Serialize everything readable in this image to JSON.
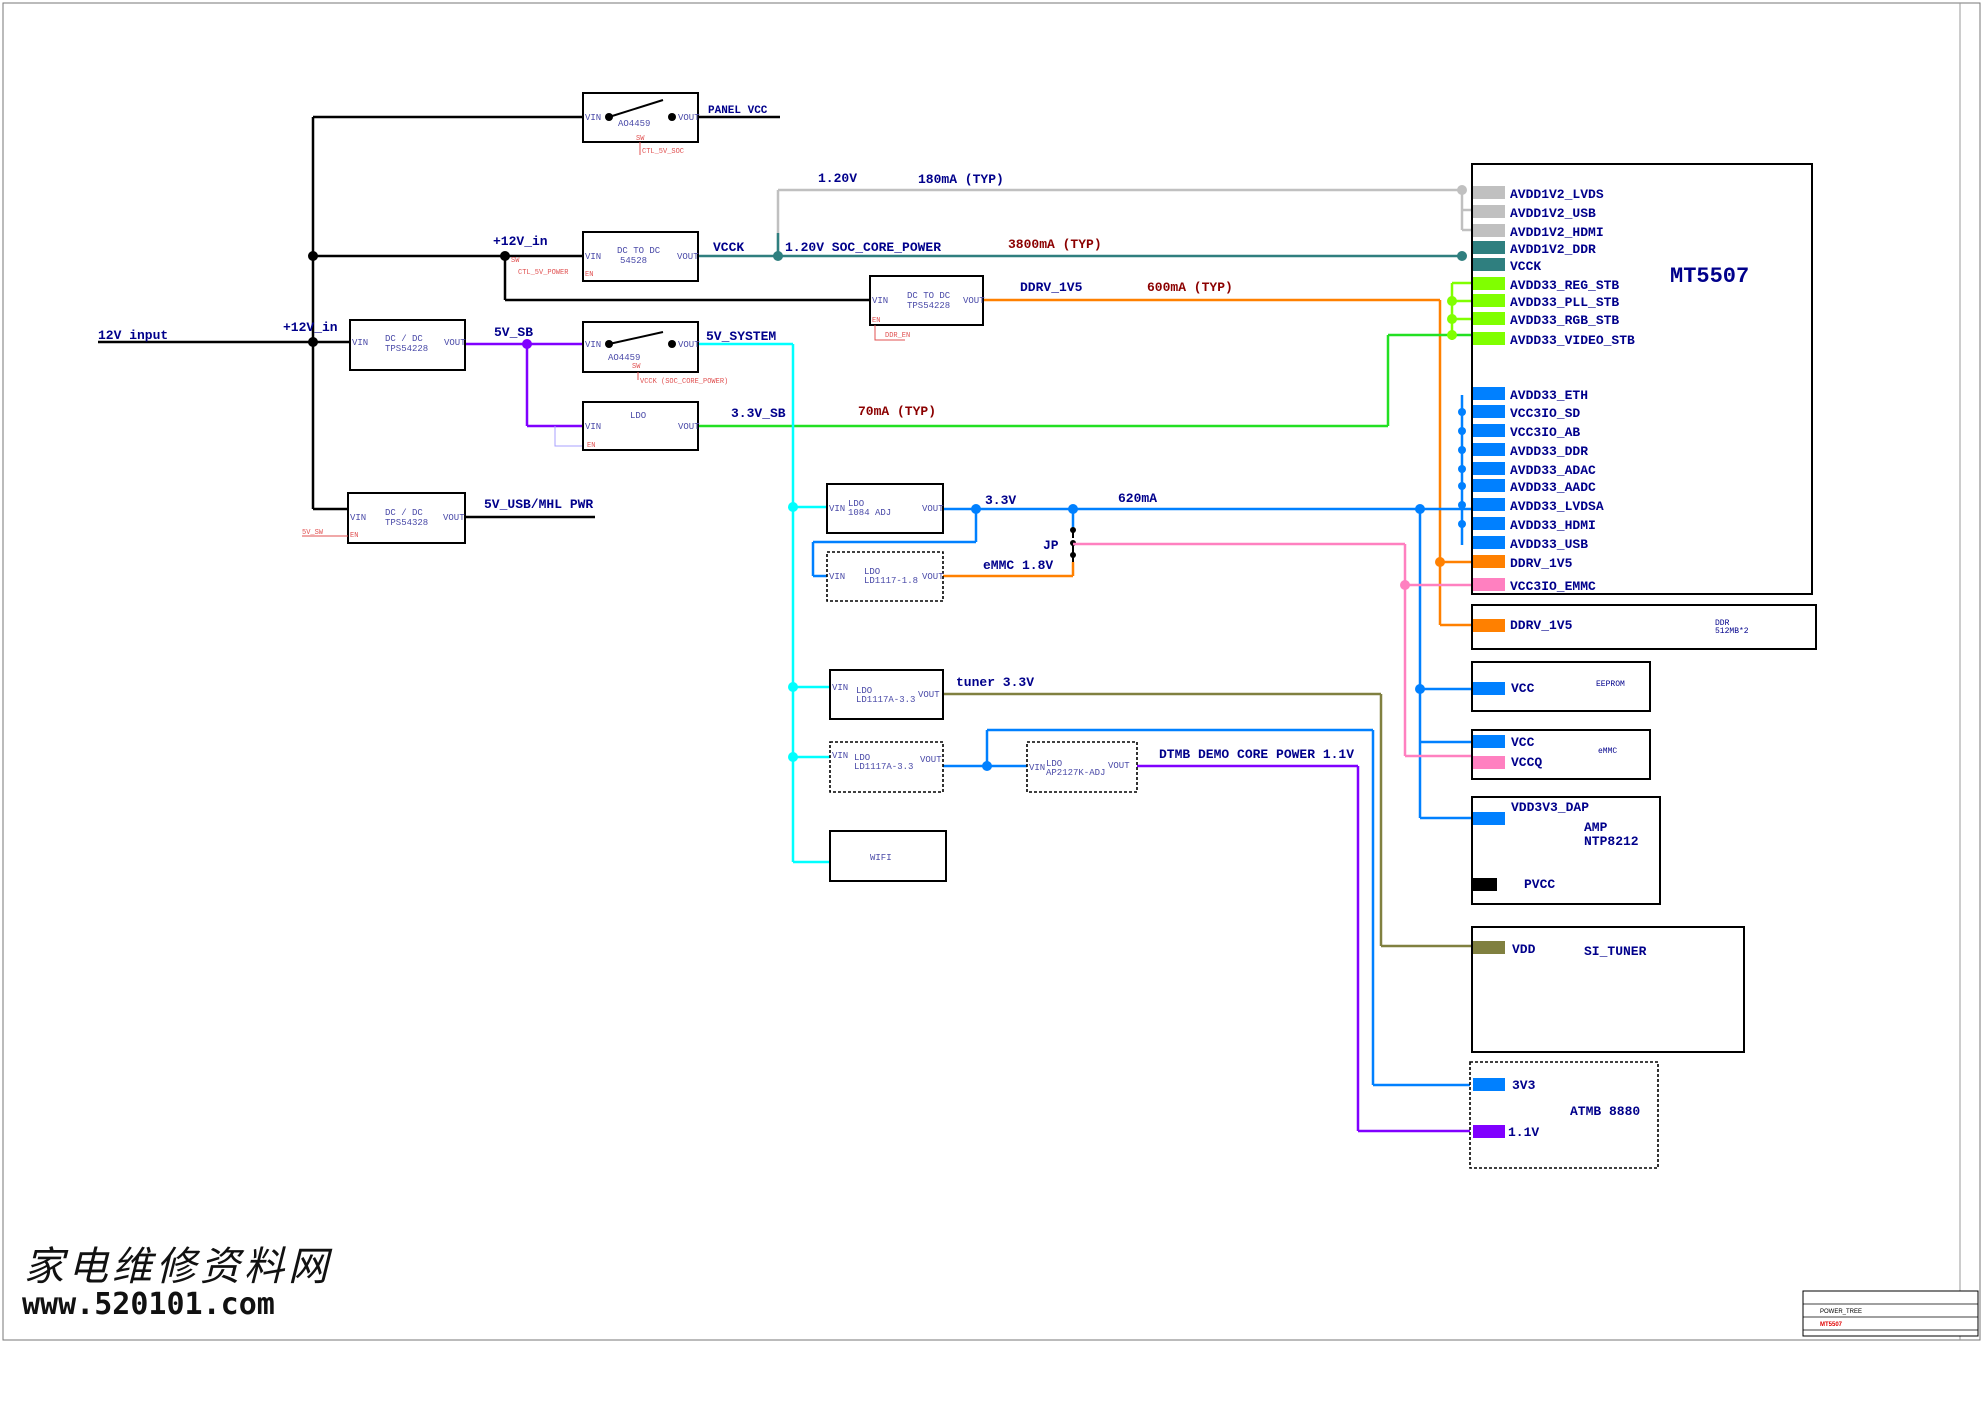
{
  "input": {
    "label": "12V input",
    "bus": "+12V_in",
    "bus2": "+12V_in"
  },
  "switches": [
    {
      "part": "AO4459",
      "vin": "VIN",
      "vout": "VOUT",
      "en": "SW",
      "ctl": "CTL_5V_SOC",
      "out_label": "PANEL VCC"
    },
    {
      "part": "AO4459",
      "vin": "VIN",
      "vout": "VOUT",
      "en": "SW",
      "ctl": "VCCK (SOC_CORE_POWER)",
      "out_label": "5V_SYSTEM"
    }
  ],
  "converters": {
    "dcdc_sb": {
      "title": "DC / DC",
      "part": "TPS54228",
      "vin": "VIN",
      "vout": "VOUT",
      "out_label": "5V_SB"
    },
    "dcdc_usb": {
      "title": "DC / DC",
      "part": "TPS54328",
      "vin": "VIN",
      "vout": "VOUT",
      "en": "EN",
      "en_label": "5V_SW",
      "out_label": "5V_USB/MHL PWR"
    },
    "dcdc_core": {
      "title": "DC TO DC",
      "part": "54528",
      "vin": "VIN",
      "vout": "VOUT",
      "en": "EN",
      "sw": "SW",
      "ctl": "CTL_5V_POWER",
      "out_label": "VCCK"
    },
    "dcdc_ddr": {
      "title": "DC TO DC",
      "part": "TPS54228",
      "vin": "VIN",
      "vout": "VOUT",
      "en": "EN",
      "ctl": "DDR_EN",
      "out_label": "DDRV_1V5",
      "current": "600mA (TYP)"
    },
    "ldo_sb": {
      "title": "LDO",
      "vin": "VIN",
      "vout": "VOUT",
      "en": "EN",
      "out_label": "3.3V_SB",
      "current": "70mA  (TYP)"
    },
    "ldo_1084": {
      "title": "LDO",
      "part": "1084 ADJ",
      "vin": "VIN",
      "vout": "VOUT",
      "out_label": "3.3V",
      "current": "620mA"
    },
    "ldo_emmc": {
      "title": "LDO",
      "part": "LD1117-1.8",
      "vin": "VIN",
      "vout": "VOUT",
      "out_label": "eMMC 1.8V"
    },
    "ldo_tuner": {
      "title": "LDO",
      "part": "LD1117A-3.3",
      "vin": "VIN",
      "vout": "VOUT",
      "out_label": "tuner 3.3V"
    },
    "ldo_demo": {
      "title": "LDO",
      "part": "LD1117A-3.3",
      "vin": "VIN",
      "vout": "VOUT"
    },
    "ldo_ap": {
      "title": "LDO",
      "part": "AP2127K-ADJ",
      "vin": "VIN",
      "vout": "VOUT",
      "out_label": "DTMB DEMO CORE POWER 1.1V"
    },
    "wifi": {
      "title": "WIFI"
    }
  },
  "rails": {
    "v120": "1.20V",
    "v120_current": "180mA (TYP)",
    "core": "1.20V SOC_CORE_POWER",
    "core_current": "3800mA  (TYP)",
    "jp": "JP"
  },
  "soc": {
    "name": "MT5507",
    "pins": [
      "AVDD1V2_LVDS",
      "AVDD1V2_USB",
      "AVDD1V2_HDMI",
      "AVDD1V2_DDR",
      "VCCK",
      "AVDD33_REG_STB",
      "AVDD33_PLL_STB",
      "AVDD33_RGB_STB",
      "AVDD33_VIDEO_STB",
      "AVDD33_ETH",
      "VCC3IO_SD",
      "VCC3IO_AB",
      "AVDD33_DDR",
      "AVDD33_ADAC",
      "AVDD33_AADC",
      "AVDD33_LVDSA",
      "AVDD33_HDMI",
      "AVDD33_USB",
      "DDRV_1V5",
      "VCC3IO_EMMC"
    ]
  },
  "loads": {
    "ddr": {
      "pin": "DDRV_1V5",
      "name": "DDR",
      "sub": "512MB*2"
    },
    "eeprom": {
      "pin": "VCC",
      "name": "EEPROM"
    },
    "emmc": {
      "pin1": "VCC",
      "pin2": "VCCQ",
      "name": "eMMC"
    },
    "amp": {
      "pin1": "VDD3V3_DAP",
      "pin2": "PVCC",
      "name": "AMP",
      "part": "NTP8212"
    },
    "tuner": {
      "pin": "VDD",
      "name": "SI_TUNER"
    },
    "atmb": {
      "pin1": "3V3",
      "pin2": "1.1V",
      "name": "ATMB 8880"
    }
  },
  "watermark": {
    "line1": "家电维修资料网",
    "line2": "www.520101.com"
  },
  "title_block": {
    "title": "POWER_TREE",
    "project": "MT5507"
  },
  "colors": {
    "gray": "#c0c0c0",
    "teal": "#2f7f7f",
    "orange": "#ff8000",
    "green": "#80ff00",
    "blue": "#0080ff",
    "pink": "#ff80c0",
    "olive": "#808040",
    "purple": "#8000ff",
    "cyan": "#00ffff",
    "black": "#000000"
  }
}
